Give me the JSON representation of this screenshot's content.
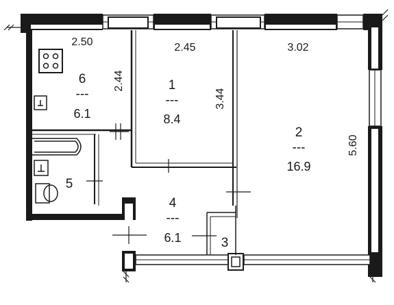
{
  "plan": {
    "rooms": [
      {
        "number": "1",
        "separator": "---",
        "area": "8.4"
      },
      {
        "number": "2",
        "separator": "---",
        "area": "16.9"
      },
      {
        "number": "3"
      },
      {
        "number": "4",
        "separator": "---",
        "area": "6.1"
      },
      {
        "number": "5"
      },
      {
        "number": "6",
        "separator": "---",
        "area": "6.1"
      }
    ],
    "dimensions": {
      "kitchen_width": "2.50",
      "room1_width": "2.45",
      "room2_width": "3.02",
      "kitchen_depth": "2.44",
      "room1_depth": "3.44",
      "room2_depth": "5.60"
    },
    "colors": {
      "wall": "#1a1a1a",
      "fill": "#ffffff",
      "line": "#333333"
    },
    "icons": [
      "stove-icon",
      "sink-icon",
      "bathtub-icon",
      "toilet-icon"
    ]
  }
}
